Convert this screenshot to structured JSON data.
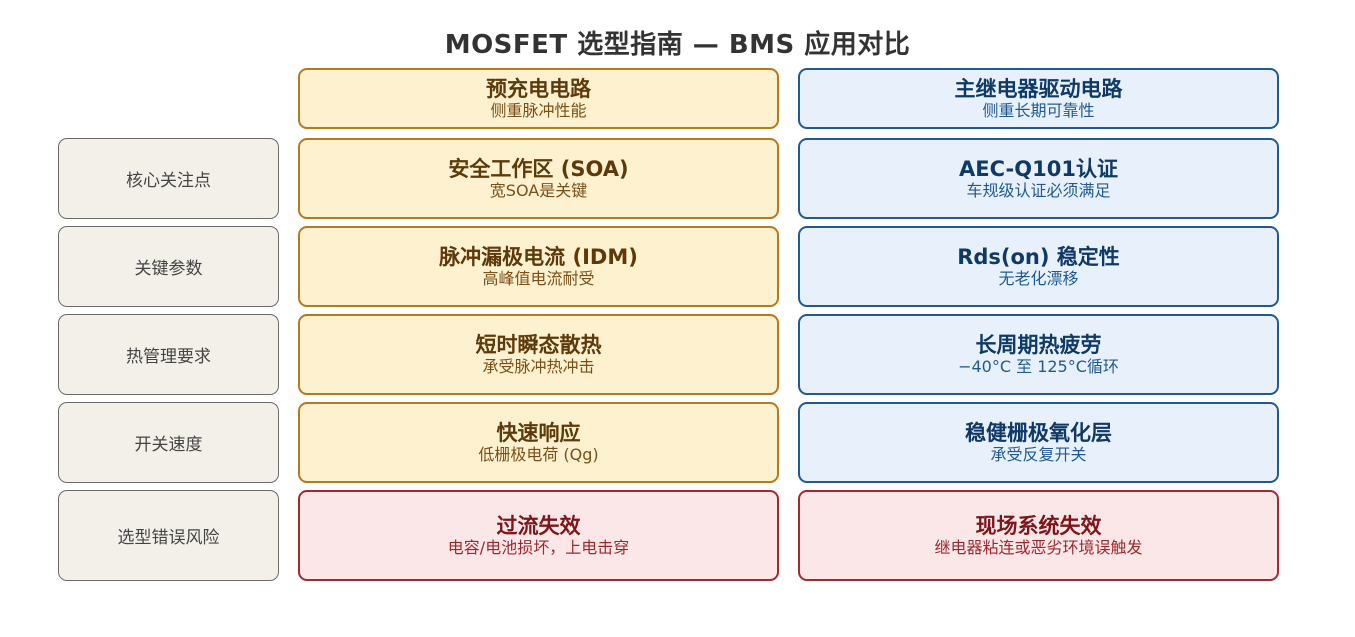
{
  "title": "MOSFET 选型指南 — BMS 应用对比",
  "columns": [
    {
      "title": "预充电电路",
      "subtitle": "侧重脉冲性能"
    },
    {
      "title": "主继电器驱动电路",
      "subtitle": "侧重长期可靠性"
    }
  ],
  "rows": [
    {
      "label": "核心关注点",
      "a": {
        "main": "安全工作区 (SOA)",
        "sub": "宽SOA是关键"
      },
      "b": {
        "main": "AEC-Q101认证",
        "sub": "车规级认证必须满足"
      }
    },
    {
      "label": "关键参数",
      "a": {
        "main": "脉冲漏极电流 (IDM)",
        "sub": "高峰值电流耐受"
      },
      "b": {
        "main": "Rds(on) 稳定性",
        "sub": "无老化漂移"
      }
    },
    {
      "label": "热管理要求",
      "a": {
        "main": "短时瞬态散热",
        "sub": "承受脉冲热冲击"
      },
      "b": {
        "main": "长周期热疲劳",
        "sub": "−40°C 至 125°C循环"
      }
    },
    {
      "label": "开关速度",
      "a": {
        "main": "快速响应",
        "sub": "低栅极电荷 (Qg)"
      },
      "b": {
        "main": "稳健栅极氧化层",
        "sub": "承受反复开关"
      }
    },
    {
      "label": "选型错误风险",
      "a": {
        "main": "过流失效",
        "sub": "电容/电池损坏，上电击穿"
      },
      "b": {
        "main": "现场系统失效",
        "sub": "继电器粘连或恶劣环境误触发"
      }
    }
  ],
  "colors": {
    "pre_charge": "#fdf1d0",
    "main_relay": "#e8f1fb",
    "risk": "#fbe7e8",
    "row_label": "#f3f0ea"
  }
}
